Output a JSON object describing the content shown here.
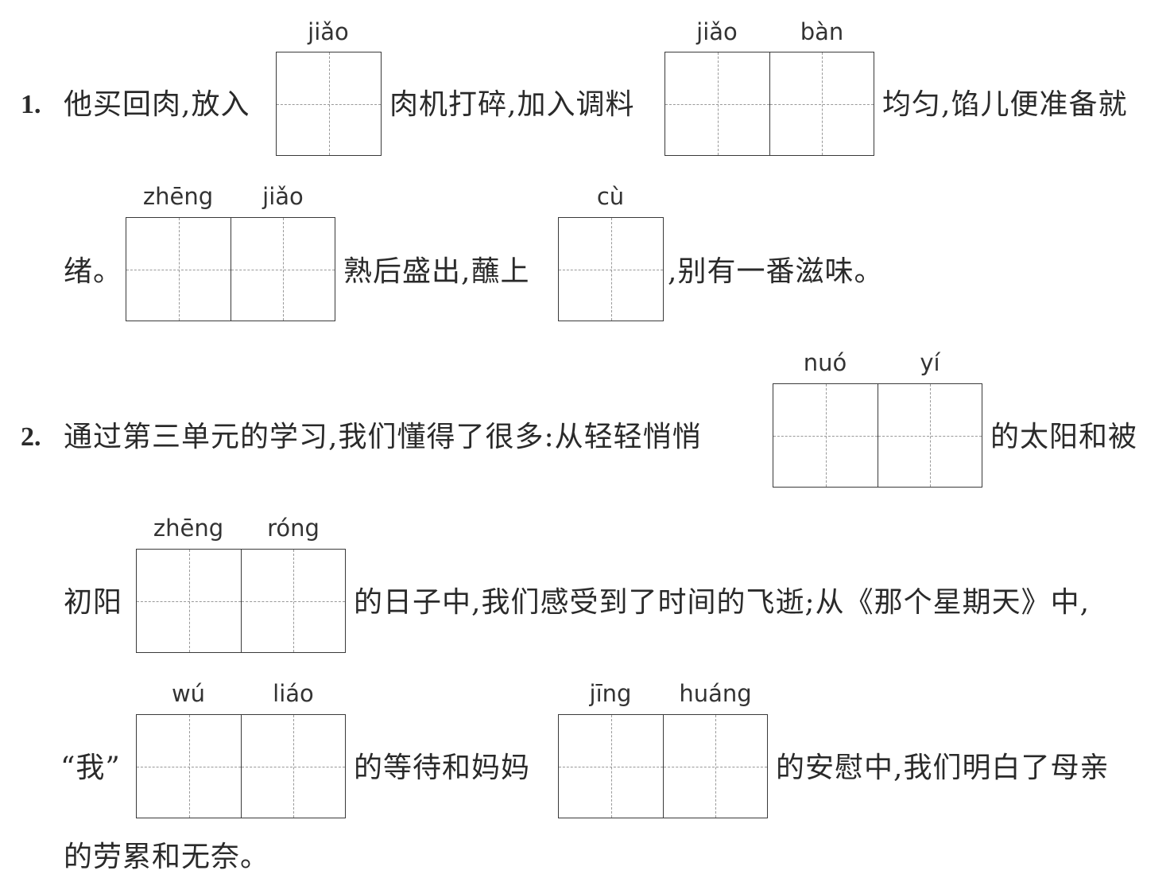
{
  "questions": [
    {
      "number": "1.",
      "segments": {
        "s1": "他买回肉,放入",
        "s2": "肉机打碎,加入调料",
        "s3": "均匀,馅儿便准备就",
        "s4": "绪。",
        "s5": "熟后盛出,蘸上",
        "s6": ",别有一番滋味。"
      },
      "blanks": [
        {
          "pinyin": [
            "jiǎo"
          ]
        },
        {
          "pinyin": [
            "jiǎo",
            "bàn"
          ]
        },
        {
          "pinyin": [
            "zhēng",
            "jiǎo"
          ]
        },
        {
          "pinyin": [
            "cù"
          ]
        }
      ]
    },
    {
      "number": "2.",
      "segments": {
        "s1": "通过第三单元的学习,我们懂得了很多:从轻轻悄悄",
        "s2": "的太阳和被",
        "s3": "初阳",
        "s4": "的日子中,我们感受到了时间的飞逝;从《那个星期天》中,",
        "s5": "“我”",
        "s6": "的等待和妈妈",
        "s7": "的安慰中,我们明白了母亲",
        "s8": "的劳累和无奈。"
      },
      "blanks": [
        {
          "pinyin": [
            "nuó",
            "yí"
          ]
        },
        {
          "pinyin": [
            "zhēng",
            "róng"
          ]
        },
        {
          "pinyin": [
            "wú",
            "liáo"
          ]
        },
        {
          "pinyin": [
            "jīng",
            "huáng"
          ]
        }
      ]
    }
  ]
}
